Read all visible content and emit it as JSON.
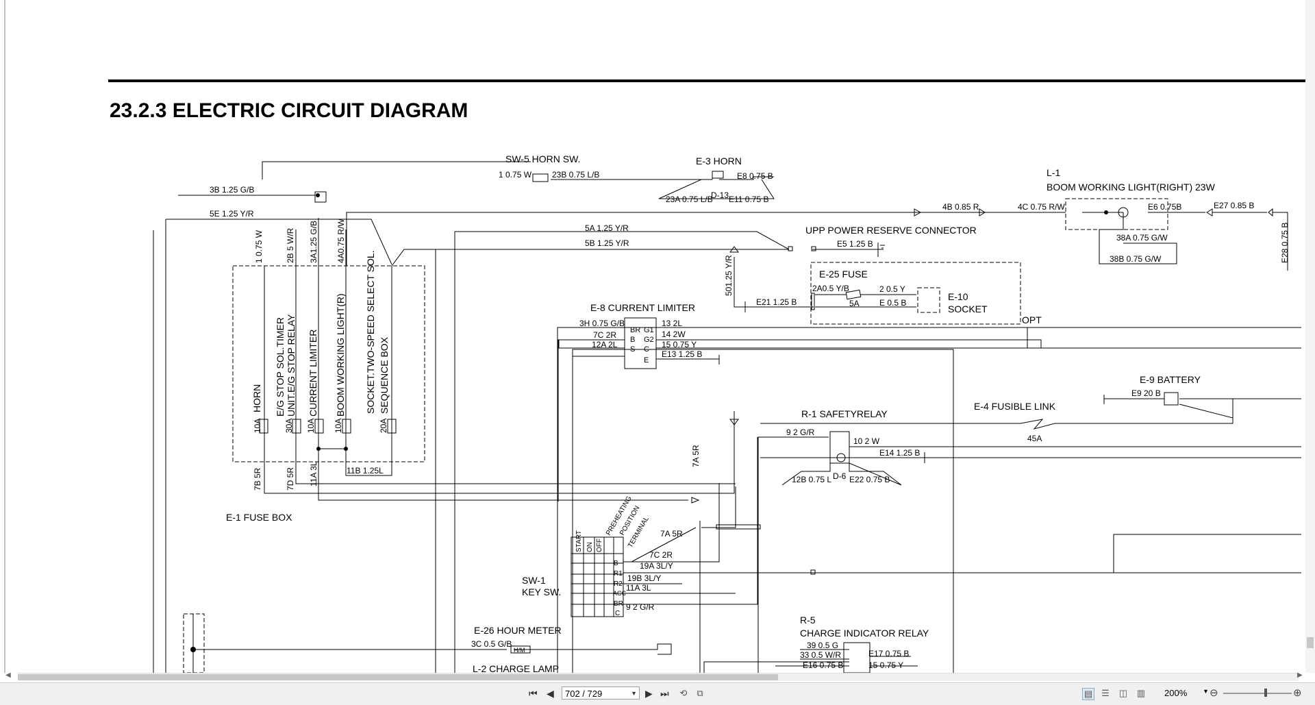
{
  "document": {
    "section_title": "23.2.3   ELECTRIC CIRCUIT DIAGRAM",
    "labels": {
      "sw5": "SW-5  HORN SW.",
      "e3": "E-3  HORN",
      "l1a": "L-1",
      "l1b": "BOOM WORKING LIGHT(RIGHT) 23W",
      "upp": "UPP POWER RESERVE CONNECTOR",
      "e25": "E-25  FUSE",
      "e10a": "E-10",
      "e10b": "SOCKET",
      "opt": "OPT",
      "e8": "E-8  CURRENT LIMITER",
      "e9": "E-9  BATTERY",
      "e4": "E-4  FUSIBLE LINK",
      "r1": "R-1  SAFETYRELAY",
      "e1": "E-1  FUSE BOX",
      "sw1a": "SW-1",
      "sw1b": "KEY SW.",
      "e26": "E-26  HOUR METER",
      "r5a": "R-5",
      "r5b": "CHARGE INDICATOR RELAY",
      "l2": "L-2  CHARGE LAMP",
      "fb_horn": "HORN",
      "fb_estop1": "E/G STOP SOL.TIMER",
      "fb_estop2": "UNIT.E/G STOP RELAY",
      "fb_cur": "CURRENT LIMITER",
      "fb_boom": "BOOM WORKING LIGHT(R)",
      "fb_sock1": "SOCKET.TWO-SPEED SELECT SOL.",
      "fb_sock2": "SEQUENCE BOX",
      "amp10a": "10A",
      "amp30a": "30A",
      "amp20a": "20A",
      "amp45a": "45A",
      "amp5a": "5A",
      "preheat": "PREHEATING",
      "position": "POSITION",
      "terminal": "TERMINAL",
      "start": "START",
      "on": "ON",
      "off": "OFF"
    },
    "wires": {
      "w1": "1  0.75 W",
      "w23b": "23B  0.75  L/B",
      "we8": "E8  0.75  B",
      "w23a": "23A 0.75 L/B",
      "wd13": "D-13",
      "we11": "E11 0.75 B",
      "w3b": "3B  1.25  G/B",
      "w5e": "5E  1.25  Y/R",
      "w4b": "4B  0.85  R",
      "w4c": "4C  0.75 R/W",
      "we6": "E6  0.75B",
      "we27": "E27  0.85 B",
      "we28": "E28  0.75 B",
      "w38a": "38A  0.75 G/W",
      "w38b": "38B  0.75 G/W",
      "w5a": "5A      1.25  Y/R",
      "w5b": "5B      1.25  Y/R",
      "we5": "E5 1.25 B",
      "w501": "501.25 Y/R",
      "we21": "E21   1.25  B",
      "w2a": "2A0.5 Y/B",
      "w2": "2  0.5  Y",
      "we": "E  0.5  B",
      "v1": "1  0.75 W",
      "v2b": "2B  5 W/R",
      "v3a": "3A1.25 G/B",
      "v4a": "4A0.75 R/W",
      "w3h": "3H  0.75 G/B",
      "w7c": "7C    2R",
      "w12a": "12A  2L",
      "w13": "13  2L",
      "w14": "14  2W",
      "w15": "15  0.75  Y",
      "we13": "E13 1.25 B",
      "e8_br": "BR",
      "e8_b": "B",
      "e8_s": "S",
      "e8_c": "C",
      "e8_e": "E",
      "e8_g1": "G1",
      "e8_g2": "G2",
      "we9": "E9  20 B",
      "w9": "9    2 G/R",
      "w10": "10  2 W",
      "we14": "E14 1.25 B",
      "w12b": "12B 0.75  L",
      "wd6": "D-6",
      "we22": "E22 0.75 B",
      "v7b": "7B  5R",
      "v7d": "7D  5R",
      "v11a": "11A 3L",
      "w11b": "11B  1.25L",
      "v7a": "7A  5R",
      "w7a5": "7A  5R",
      "w7c2": "7C     2R",
      "w19a": "19A 3L/Y",
      "w19b": "19B    3L/Y",
      "w11a": "11A    3L",
      "w9b": "9    2 G/R",
      "sw_b": "B",
      "sw_r1": "R1",
      "sw_r2": "R2",
      "sw_acc": "ACC",
      "sw_br": "BR",
      "sw_c": "C",
      "w3c": "3C  0.5 G/B",
      "hm": "H/M",
      "w39": "39   0.5  G",
      "w33": "33   0.5 W/R",
      "we16": "E16  0.75  B",
      "we17": "E17  0.75 B",
      "w15b": "15     0.75 Y"
    }
  },
  "statusbar": {
    "page_indicator": "702 / 729",
    "zoom": "200%"
  },
  "colors": {
    "background": "#ffffff",
    "line": "#000000",
    "toolbar": "#f0f0f0"
  }
}
